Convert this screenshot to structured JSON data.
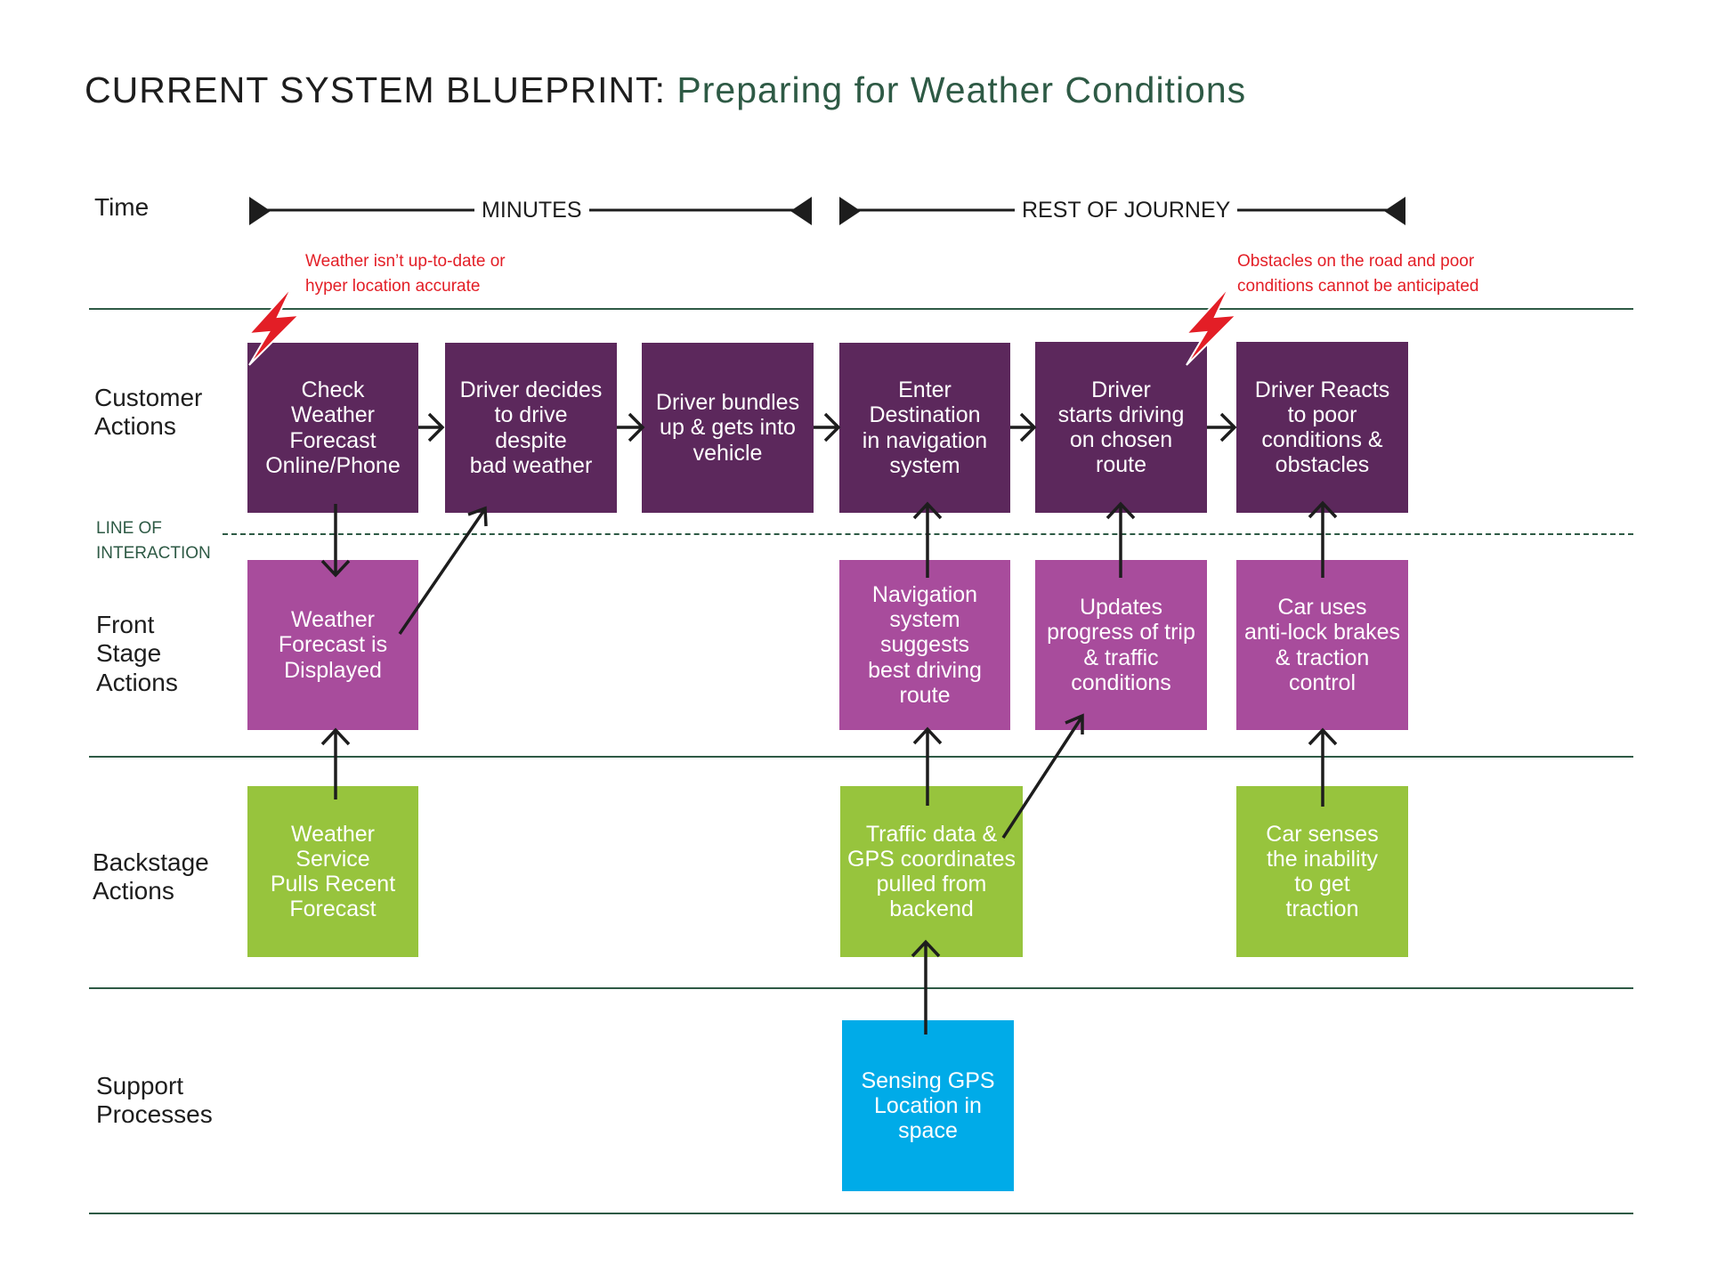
{
  "title": {
    "main": "CURRENT SYSTEM BLUEPRINT:",
    "sub": "Preparing for Weather Conditions"
  },
  "colors": {
    "customer": "#5c285c",
    "front_stage": "#a84c9c",
    "backstage": "#97c43d",
    "support": "#00abe8",
    "pain_point": "#e31e26",
    "lines": "#2e5a45"
  },
  "lanes": {
    "time": "Time",
    "customer": "Customer\nActions",
    "line_of_interaction": "LINE OF\nINTERACTION",
    "front_stage": "Front\nStage\nActions",
    "backstage": "Backstage\nActions",
    "support": "Support\nProcesses"
  },
  "timeline": {
    "phase1": "MINUTES",
    "phase2": "REST OF JOURNEY"
  },
  "pain_points": {
    "weather": "Weather isn’t up-to-date or\nhyper location accurate",
    "obstacles": "Obstacles on the road and poor\nconditions cannot be anticipated"
  },
  "customer_actions": [
    "Check\nWeather\nForecast\nOnline/Phone",
    "Driver decides\nto drive\ndespite\nbad weather",
    "Driver bundles\nup & gets into\nvehicle",
    "Enter\nDestination\nin navigation\nsystem",
    "Driver\nstarts driving\non chosen\nroute",
    "Driver Reacts\nto poor\nconditions &\nobstacles"
  ],
  "front_stage_actions": [
    "Weather\nForecast is\nDisplayed",
    "Navigation\nsystem\nsuggests\nbest driving\nroute",
    "Updates\nprogress of trip\n& traffic\nconditions",
    "Car uses\nanti-lock brakes\n& traction\ncontrol"
  ],
  "backstage_actions": [
    "Weather\nService\nPulls Recent\nForecast",
    "Traffic data &\nGPS coordinates\npulled from\nbackend",
    "Car senses\nthe inability\nto get\ntraction"
  ],
  "support_processes": [
    "Sensing GPS\nLocation in\nspace"
  ],
  "icons": {
    "pain_point": "lightning-bolt-icon"
  }
}
